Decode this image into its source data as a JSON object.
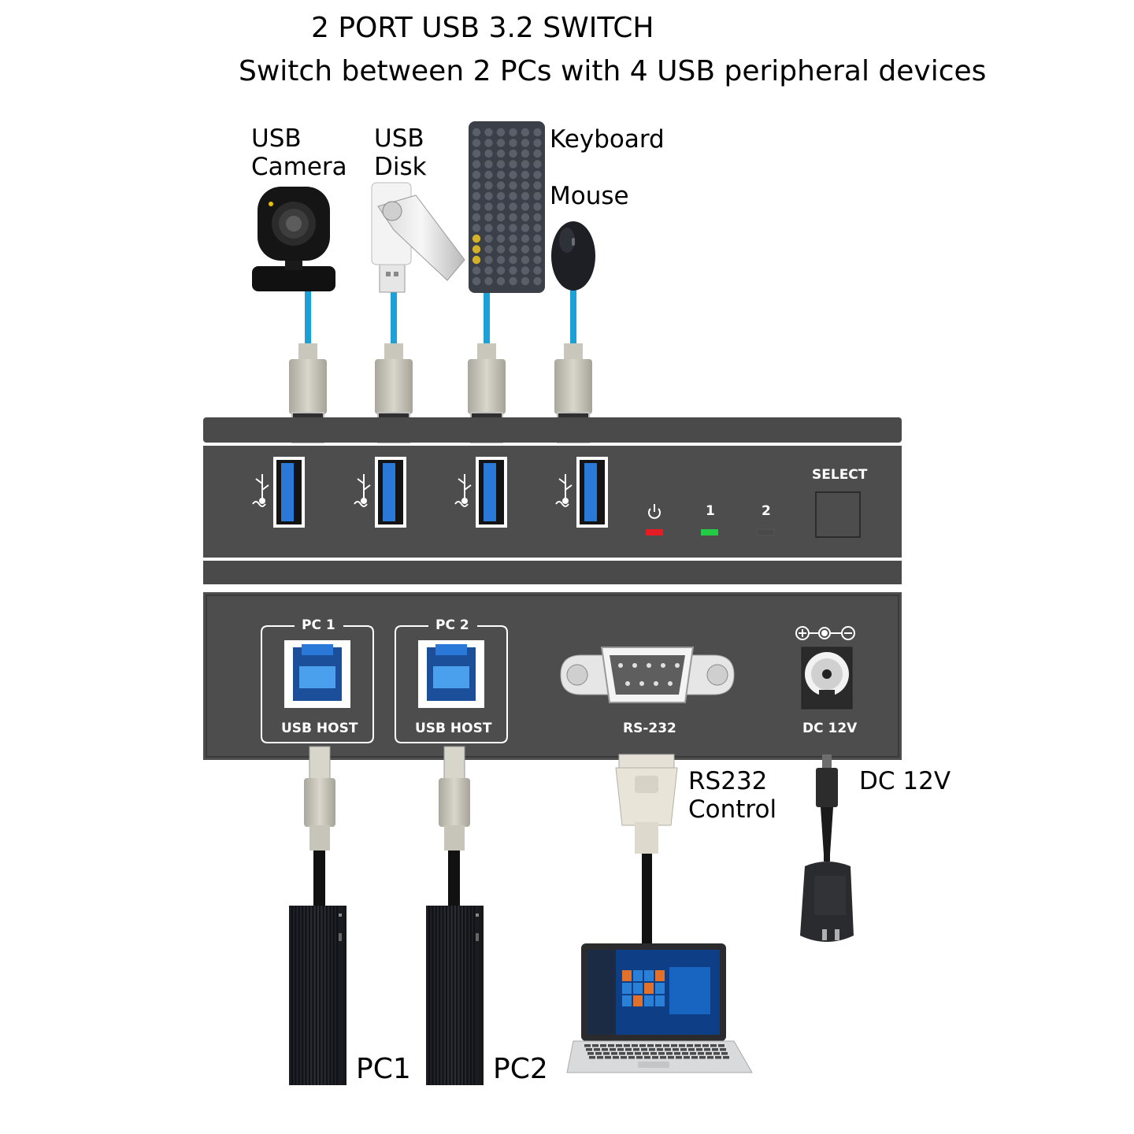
{
  "title": "2 PORT USB 3.2 SWITCH",
  "subtitle": "Switch between 2 PCs with 4 USB peripheral devices",
  "devices": {
    "camera": [
      "USB",
      "Camera"
    ],
    "disk": [
      "USB",
      "Disk"
    ],
    "keyboard": "Keyboard",
    "mouse": "Mouse"
  },
  "front_panel": {
    "select_label": "SELECT",
    "led_power_icon": "power-icon",
    "led_1_label": "1",
    "led_2_label": "2",
    "led_colors": {
      "power": "#e51c24",
      "pc1": "#22cc44",
      "pc2": "#4a4a4a"
    }
  },
  "rear_panel": {
    "pc1_label": "PC 1",
    "pc2_label": "PC 2",
    "host_label": "USB HOST",
    "rs232_label": "RS-232",
    "dc_label": "DC 12V",
    "polarity_icon": "polarity-icon"
  },
  "connections": {
    "rs232": [
      "RS232",
      "Control"
    ],
    "dc": "DC 12V",
    "pc1": "PC1",
    "pc2": "PC2"
  },
  "colors": {
    "cable_blue": "#1ca0d8",
    "panel": "#4d4d4d",
    "usb_blue": "#2a78d8"
  }
}
